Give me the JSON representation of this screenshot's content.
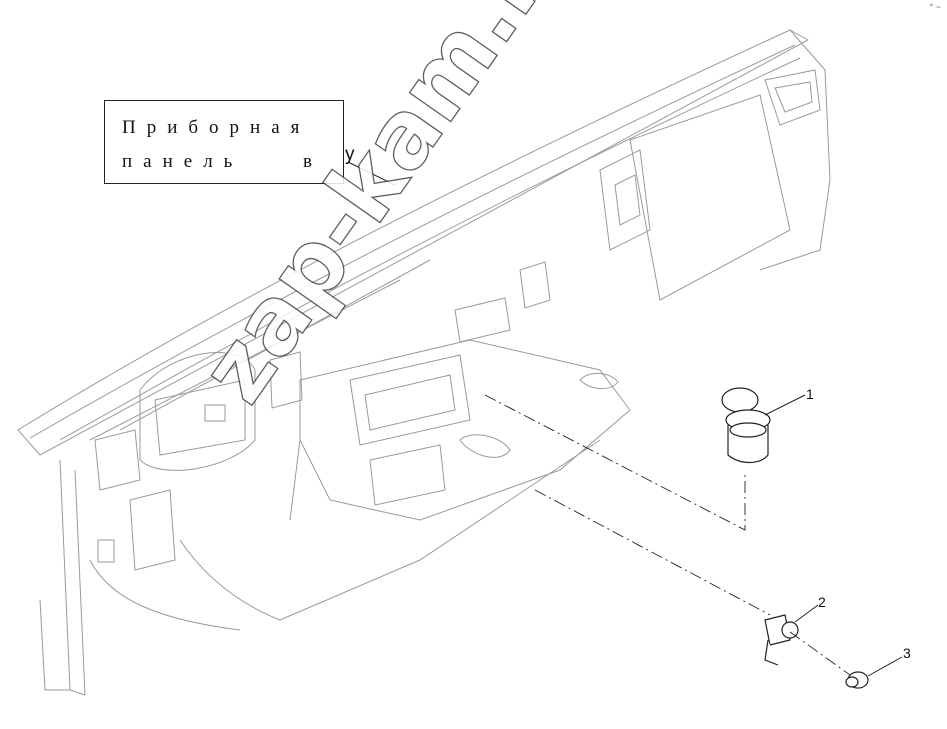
{
  "label": {
    "line1": "Приборная",
    "line2_word": "панель",
    "line2_end": "в",
    "tail": "у"
  },
  "callouts": [
    "1",
    "2",
    "3"
  ],
  "watermark": "zap-kam.ru",
  "corner_mark": "° ~",
  "colors": {
    "line": "#9a9a9a",
    "dark": "#222222",
    "background": "#ffffff"
  },
  "parts": [
    {
      "number": "1",
      "icon": "cup-holder-icon"
    },
    {
      "number": "2",
      "icon": "socket-bracket-icon"
    },
    {
      "number": "3",
      "icon": "socket-cap-icon"
    }
  ]
}
